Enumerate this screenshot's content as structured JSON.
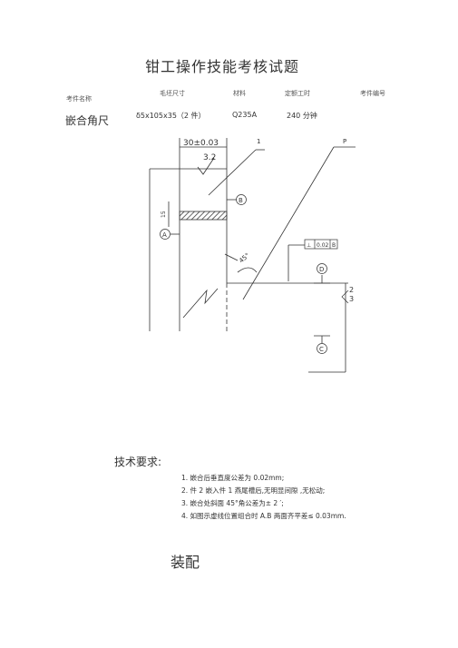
{
  "doc": {
    "title": "钳工操作技能考核试题",
    "assembly_label": "装配"
  },
  "info_table": {
    "headers": {
      "part_name": "考件名称",
      "blank_size": "毛坯尺寸",
      "material": "材料",
      "rated_time": "定额工时",
      "part_no": "考件编号"
    },
    "values": {
      "part_name": "嵌合角尺",
      "blank_size": "δ5x105x35（2 件）",
      "material": "Q235A",
      "rated_time": "240 分钟"
    }
  },
  "drawing": {
    "dim_top": "30±0.03",
    "roughness": "3.2",
    "datum_b": "B",
    "datum_a": "A",
    "datum_d": "D",
    "datum_c": "C",
    "dim_vertical": "15",
    "angle": "45°",
    "gdt_symbol": "⊥",
    "gdt_value": "0.02",
    "gdt_datum": "B",
    "side_2": "2",
    "side_3": "3",
    "leader_1": "1",
    "leader_p": "P"
  },
  "requirements": {
    "title": "技术要求:",
    "items": [
      "1.  嵌合后垂直度公差为  0.02mm;",
      "2.    件 2 嵌入件 1 燕尾槽后,无明显间隙  ,无松动;",
      "3.    嵌合处斜面 45°角公差为± 2 ′;",
      "4.  如图示虚线位置组合时  A.B 两面齐平差≤ 0.03mm."
    ]
  }
}
